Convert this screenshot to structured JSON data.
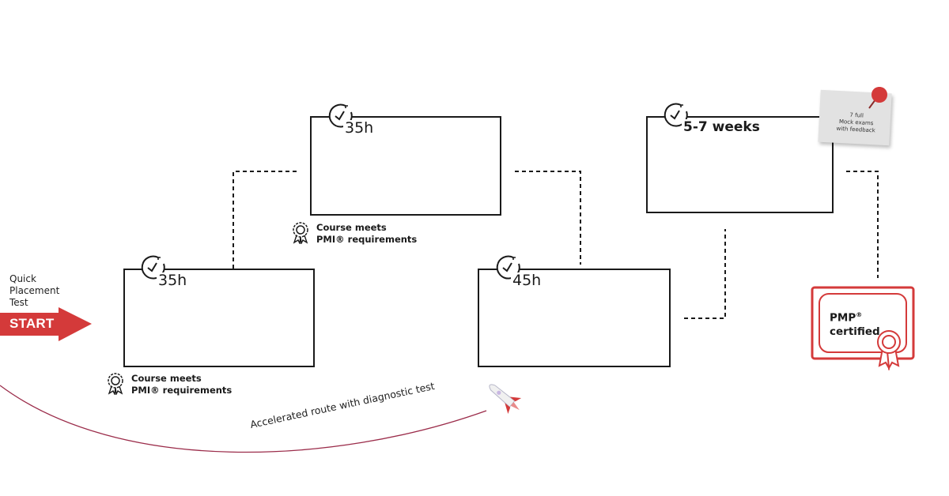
{
  "start": {
    "label_lines": [
      "Quick",
      "Placement",
      "Test"
    ],
    "button_label": "START"
  },
  "steps": [
    {
      "duration": "35h"
    },
    {
      "duration": "35h"
    },
    {
      "duration": "45h"
    },
    {
      "duration": "5-7 weeks"
    }
  ],
  "pmi_note": {
    "line1": "Course meets",
    "line2": "PMI® requirements"
  },
  "sticky_note": {
    "lines": [
      "7 full",
      "Mock exams",
      "with feedback"
    ]
  },
  "accelerated_route": "Accelerated route with diagnostic test",
  "certificate": {
    "line1": "PMP",
    "mark": "®",
    "line2": "certified"
  },
  "colors": {
    "accent_red": "#d43a3a",
    "curve": "#9b2c4a",
    "line": "#1a1a1a"
  }
}
